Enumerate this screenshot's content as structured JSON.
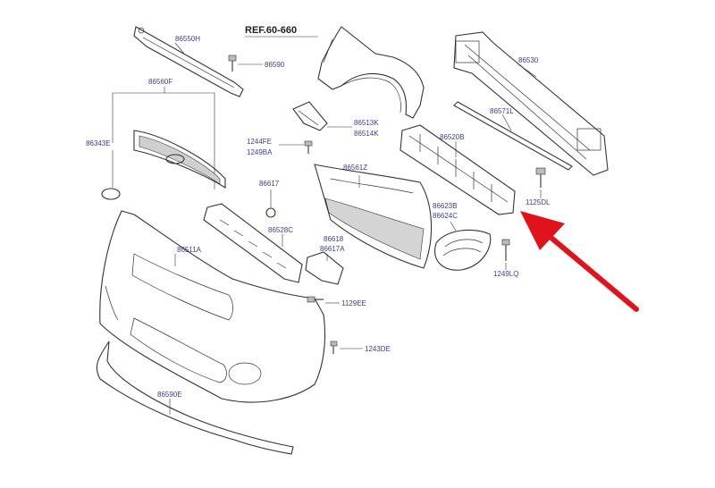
{
  "ref_label": "REF.60-660",
  "parts": {
    "p86550H": "86550H",
    "p86590": "86590",
    "p86560F": "86560F",
    "p86343E": "86343E",
    "p86513K": "86513K",
    "p86514K": "86514K",
    "p1244FE": "1244FE",
    "p1249BA": "1249BA",
    "p86530": "86530",
    "p86571L": "86571L",
    "p86520B": "86520B",
    "p86561Z": "86561Z",
    "p86617": "86617",
    "p86528C": "86528C",
    "p86623B": "86623B",
    "p86624C": "86624C",
    "p1125DL": "1125DL",
    "p86511A": "86511A",
    "p86618": "86618",
    "p86617A": "86617A",
    "p1249LQ": "1249LQ",
    "p1129EE": "1129EE",
    "p1243DE": "1243DE",
    "p86590E": "86590E"
  },
  "colors": {
    "label": "#3a3f8a",
    "lines": "#333333",
    "arrow": "#e0131c"
  }
}
